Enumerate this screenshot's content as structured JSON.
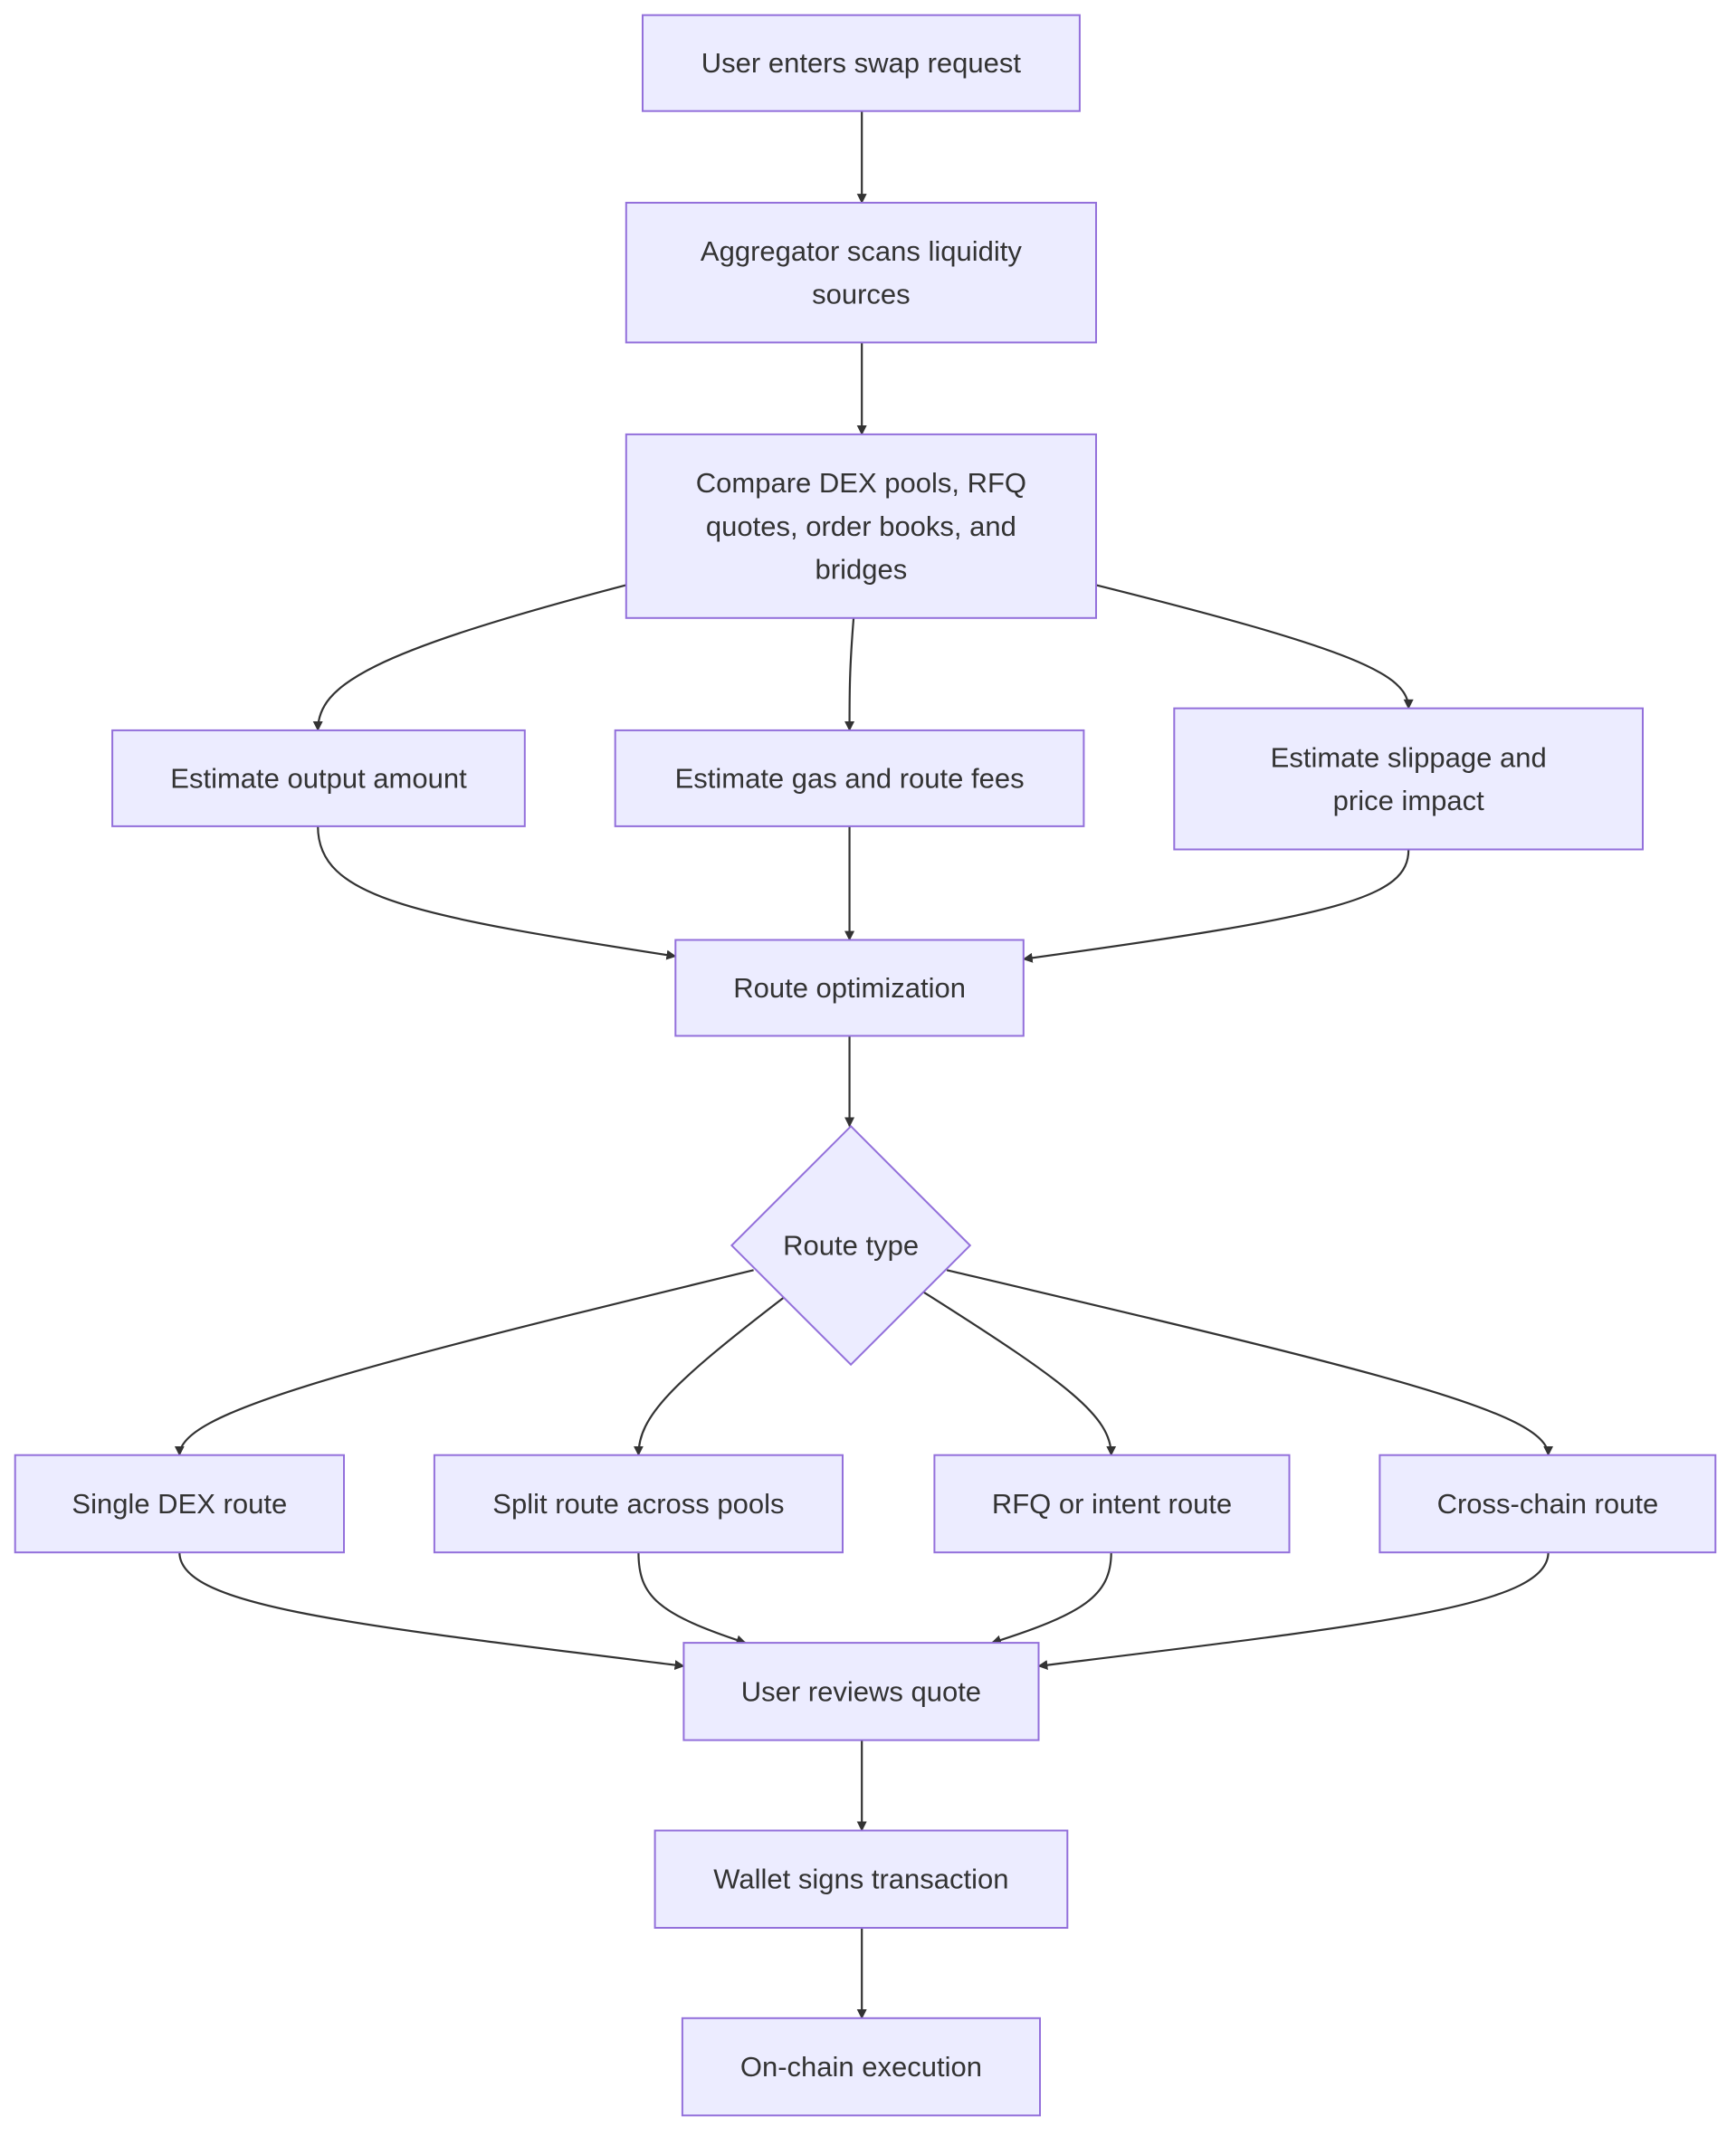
{
  "colors": {
    "node_fill": "#ececff",
    "node_stroke": "#9370db",
    "edge": "#333333",
    "text": "#333333"
  },
  "nodes": {
    "user_enters": {
      "lines": [
        "User enters swap request"
      ]
    },
    "aggregator_scans": {
      "lines": [
        "Aggregator scans liquidity",
        "sources"
      ]
    },
    "compare_sources": {
      "lines": [
        "Compare DEX pools, RFQ",
        "quotes, order books, and",
        "bridges"
      ]
    },
    "estimate_output": {
      "lines": [
        "Estimate output amount"
      ]
    },
    "estimate_gas": {
      "lines": [
        "Estimate gas and route fees"
      ]
    },
    "estimate_slippage": {
      "lines": [
        "Estimate slippage and",
        "price impact"
      ]
    },
    "route_optimization": {
      "lines": [
        "Route optimization"
      ]
    },
    "route_type": {
      "lines": [
        "Route type"
      ]
    },
    "single_dex": {
      "lines": [
        "Single DEX route"
      ]
    },
    "split_route": {
      "lines": [
        "Split route across pools"
      ]
    },
    "rfq_intent": {
      "lines": [
        "RFQ or intent route"
      ]
    },
    "cross_chain": {
      "lines": [
        "Cross-chain route"
      ]
    },
    "user_reviews": {
      "lines": [
        "User reviews quote"
      ]
    },
    "wallet_signs": {
      "lines": [
        "Wallet signs transaction"
      ]
    },
    "onchain_exec": {
      "lines": [
        "On-chain execution"
      ]
    }
  },
  "edges": [
    {
      "from": "user_enters",
      "to": "aggregator_scans"
    },
    {
      "from": "aggregator_scans",
      "to": "compare_sources"
    },
    {
      "from": "compare_sources",
      "to": "estimate_output"
    },
    {
      "from": "compare_sources",
      "to": "estimate_gas"
    },
    {
      "from": "compare_sources",
      "to": "estimate_slippage"
    },
    {
      "from": "estimate_output",
      "to": "route_optimization"
    },
    {
      "from": "estimate_gas",
      "to": "route_optimization"
    },
    {
      "from": "estimate_slippage",
      "to": "route_optimization"
    },
    {
      "from": "route_optimization",
      "to": "route_type"
    },
    {
      "from": "route_type",
      "to": "single_dex"
    },
    {
      "from": "route_type",
      "to": "split_route"
    },
    {
      "from": "route_type",
      "to": "rfq_intent"
    },
    {
      "from": "route_type",
      "to": "cross_chain"
    },
    {
      "from": "single_dex",
      "to": "user_reviews"
    },
    {
      "from": "split_route",
      "to": "user_reviews"
    },
    {
      "from": "rfq_intent",
      "to": "user_reviews"
    },
    {
      "from": "cross_chain",
      "to": "user_reviews"
    },
    {
      "from": "user_reviews",
      "to": "wallet_signs"
    },
    {
      "from": "wallet_signs",
      "to": "onchain_exec"
    }
  ]
}
